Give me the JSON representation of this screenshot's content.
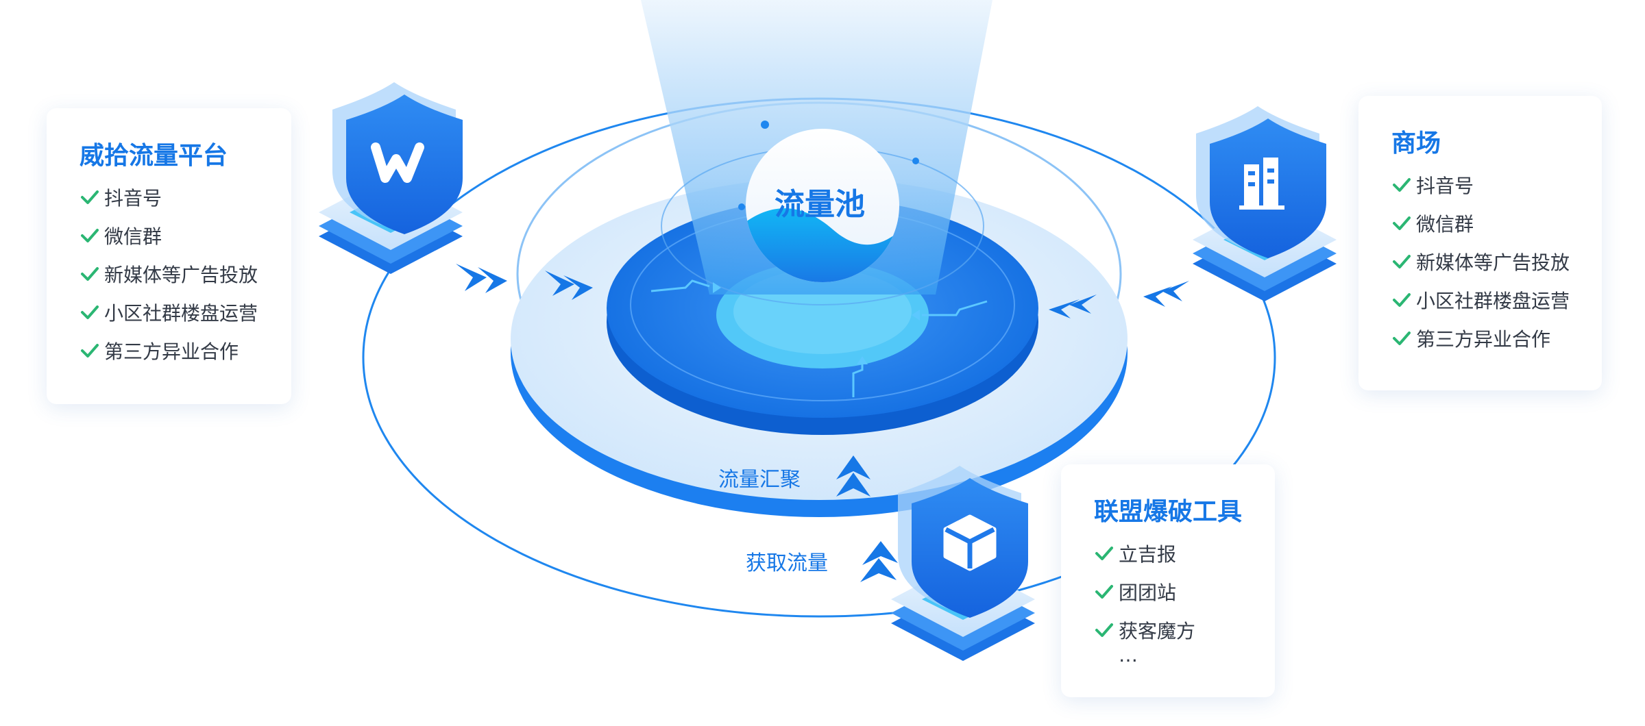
{
  "pool": {
    "title": "流量池"
  },
  "flow_labels": {
    "gather": "流量汇聚",
    "acquire": "获取流量"
  },
  "cards": [
    {
      "id": "weishi",
      "title": "威拾流量平台",
      "items": [
        "抖音号",
        "微信群",
        "新媒体等广告投放",
        "小区社群楼盘运营",
        "第三方异业合作"
      ]
    },
    {
      "id": "mall",
      "title": "商场",
      "items": [
        "抖音号",
        "微信群",
        "新媒体等广告投放",
        "小区社群楼盘运营",
        "第三方异业合作"
      ]
    },
    {
      "id": "alliance",
      "title": "联盟爆破工具",
      "items": [
        "立吉报",
        "团团站",
        "获客魔方"
      ],
      "more": "…"
    }
  ],
  "nodes": [
    {
      "id": "weishi-node",
      "icon": "w-logo-icon"
    },
    {
      "id": "mall-node",
      "icon": "building-icon"
    },
    {
      "id": "alliance-node",
      "icon": "cube-icon"
    }
  ],
  "colors": {
    "accent": "#1677e6",
    "check": "#2bb673",
    "text": "#333a46",
    "light_blue": "#cfe6fb",
    "deep_blue": "#0f6be0"
  }
}
